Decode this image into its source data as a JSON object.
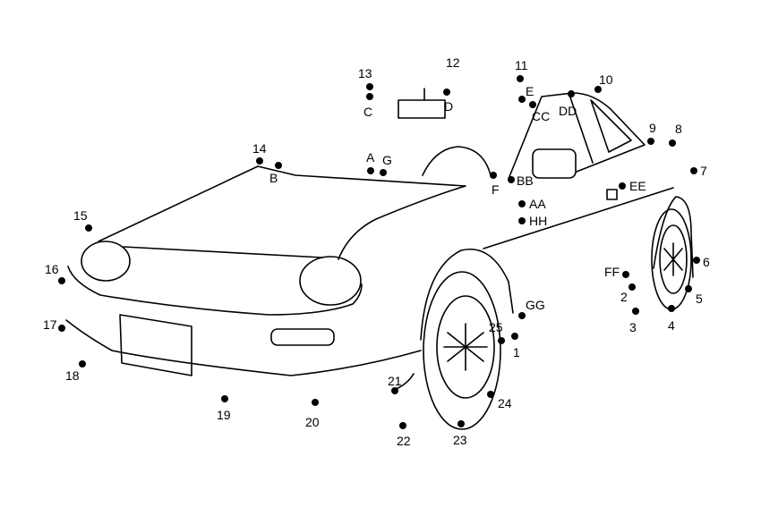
{
  "labels": {
    "n1": "1",
    "n2": "2",
    "n3": "3",
    "n4": "4",
    "n5": "5",
    "n6": "6",
    "n7": "7",
    "n8": "8",
    "n9": "9",
    "n10": "10",
    "n11": "11",
    "n12": "12",
    "n13": "13",
    "n14": "14",
    "n15": "15",
    "n16": "16",
    "n17": "17",
    "n18": "18",
    "n19": "19",
    "n20": "20",
    "n21": "21",
    "n22": "22",
    "n23": "23",
    "n24": "24",
    "n25": "25",
    "A": "A",
    "B": "B",
    "C": "C",
    "D": "D",
    "E": "E",
    "F": "F",
    "G": "G",
    "AA": "AA",
    "BB": "BB",
    "CC": "CC",
    "DD": "DD",
    "EE": "EE",
    "FF": "FF",
    "GG": "GG",
    "HH": "HH"
  },
  "colors": {
    "ink": "#000000",
    "background": "#ffffff"
  }
}
